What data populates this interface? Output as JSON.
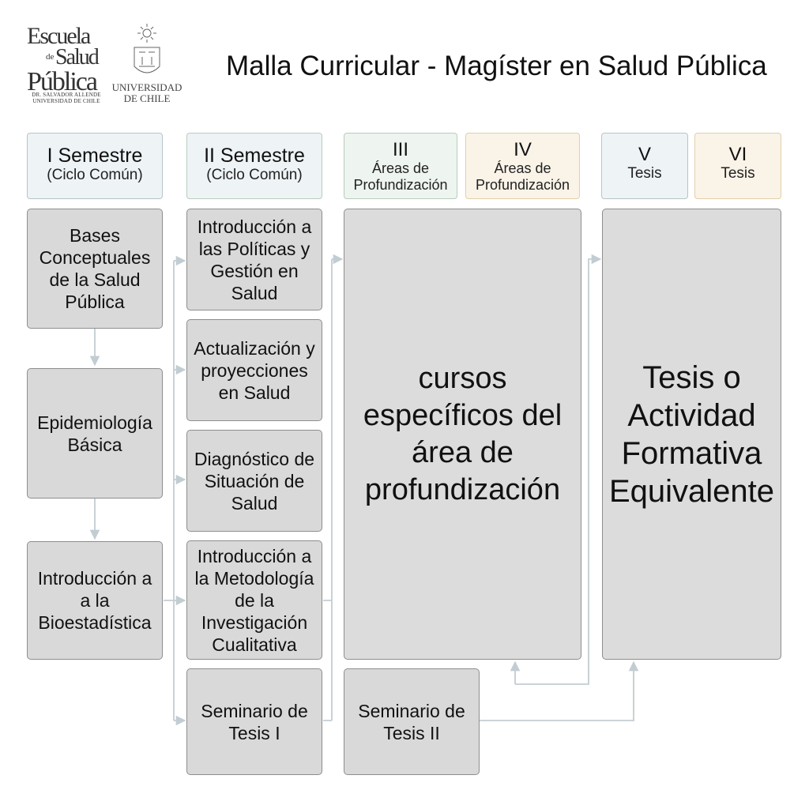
{
  "header": {
    "title": "Malla Curricular - Magíster en Salud Pública",
    "logo_escuela": {
      "line1": "Escuela",
      "de": "de",
      "line2": "Salud",
      "line3": "Pública",
      "sub1": "DR. SALVADOR ALLENDE",
      "sub2": "UNIVERSIDAD DE CHILE"
    },
    "logo_universidad": {
      "line1": "UNIVERSIDAD",
      "line2": "DE CHILE"
    }
  },
  "columns": [
    {
      "id": "s1",
      "main": "I Semestre",
      "sub": "(Ciclo Común)"
    },
    {
      "id": "s2",
      "main": "II Semestre",
      "sub": "(Ciclo Común)"
    },
    {
      "id": "s3",
      "main": "III",
      "sub1": "Áreas de",
      "sub2": "Profundización"
    },
    {
      "id": "s4",
      "main": "IV",
      "sub1": "Áreas de",
      "sub2": "Profundización"
    },
    {
      "id": "s5",
      "main": "V",
      "sub": "Tesis"
    },
    {
      "id": "s6",
      "main": "VI",
      "sub": "Tesis"
    }
  ],
  "courses": {
    "bases": "Bases Conceptuales de la Salud Pública",
    "epidemiologia": "Epidemiología Básica",
    "bioestadistica": "Introducción a a la Bioestadística",
    "politicas": "Introducción a las Políticas y Gestión en Salud",
    "actualizacion": "Actualización y proyecciones en Salud",
    "diagnostico": "Diagnóstico de Situación de Salud",
    "metodologia": "Introducción a la Metodología de la Investigación Cualitativa",
    "seminario1": "Seminario de Tesis I",
    "seminario2": "Seminario de Tesis II",
    "cursos_especificos": "cursos específicos del área de profundización",
    "tesis": "Tesis o Actividad Formativa Equivalente"
  },
  "colors": {
    "box_fill": "#d9d9d9",
    "box_border": "#8e8e8e",
    "connector": "#c2cdd2",
    "header_blue": "#eef3f6",
    "header_green": "#eef4ef",
    "header_tan": "#faf3e8"
  }
}
